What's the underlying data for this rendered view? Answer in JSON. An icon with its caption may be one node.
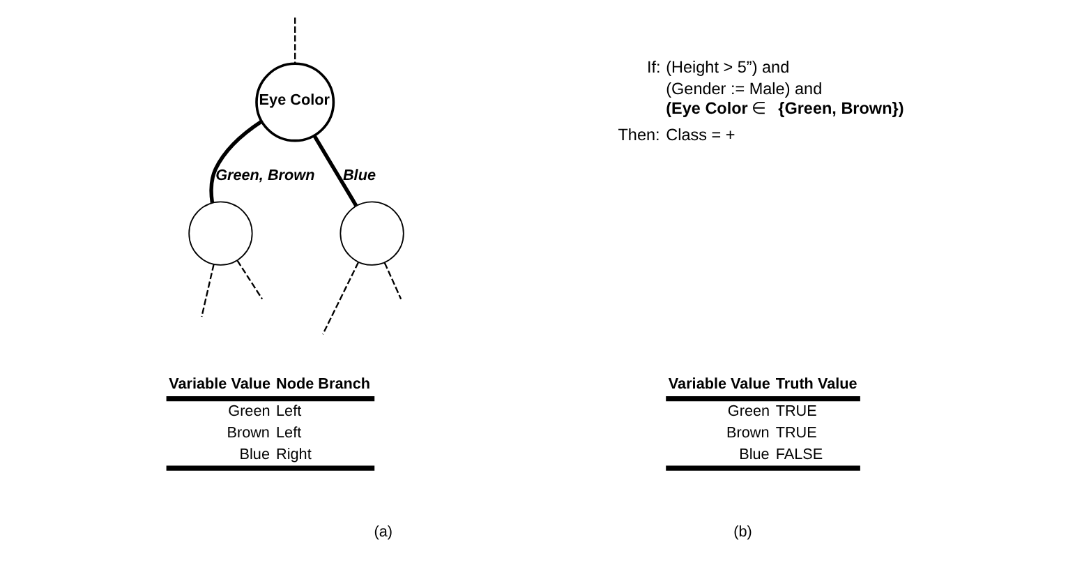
{
  "diagram": {
    "nodes": [
      {
        "text": [
          "Eye Color"
        ]
      },
      {
        "text": [],
        "shape": "circle"
      },
      {
        "text": [],
        "shape": "circle"
      }
    ],
    "edges": [
      {
        "from": null,
        "to": 0,
        "arrow": "none",
        "style": "dashed"
      },
      {
        "from": 0,
        "to": 1,
        "arrow": "none",
        "label": "Green, Brown",
        "style": "thick"
      },
      {
        "from": 0,
        "to": 2,
        "arrow": "none",
        "label": "Blue",
        "style": "thick"
      },
      {
        "from": 1,
        "to": null,
        "arrow": "none",
        "style": "dashed"
      },
      {
        "from": 1,
        "to": null,
        "arrow": "none",
        "style": "dashed"
      },
      {
        "from": 2,
        "to": null,
        "arrow": "none",
        "style": "dashed"
      },
      {
        "from": 2,
        "to": null,
        "arrow": "none",
        "style": "dashed"
      }
    ],
    "labels": [
      "If:",
      "(Height > 5”) and",
      "(Gender := Male) and",
      "**(Eye Color** ∈ **{Green, Brown})**",
      "Then:",
      "Class = +",
      "Variable Value",
      "Node Branch",
      "Green",
      "Left",
      "Brown",
      "Left",
      "Blue",
      "Right",
      "Variable Value",
      "Truth Value",
      "Green",
      "TRUE",
      "Brown",
      "TRUE",
      "Blue",
      "FALSE",
      "(a)",
      "(b)"
    ]
  }
}
